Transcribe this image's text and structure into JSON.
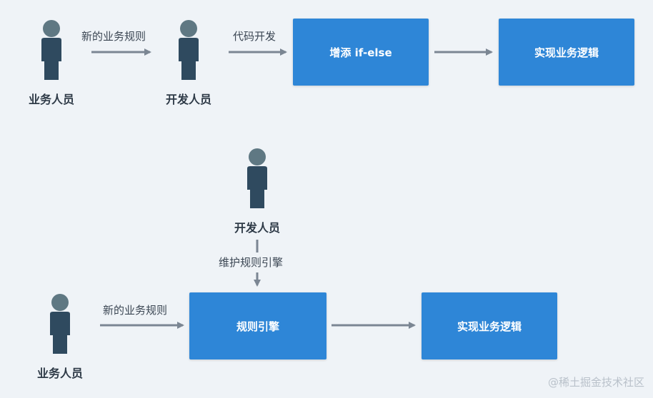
{
  "top_flow": {
    "business_person": "业务人员",
    "arrow_label_1": "新的业务规则",
    "developer_person": "开发人员",
    "arrow_label_2": "代码开发",
    "box_add_ifelse": "增添 if-else",
    "box_implement": "实现业务逻辑"
  },
  "bottom_flow": {
    "developer_person": "开发人员",
    "arrow_label_maintain": "维护规则引擎",
    "business_person": "业务人员",
    "arrow_label_rule": "新的业务规则",
    "box_rule_engine": "规则引擎",
    "box_implement": "实现业务逻辑"
  },
  "watermark": "@稀土掘金技术社区",
  "colors": {
    "background": "#eff3f7",
    "box_fill": "#2e86d7",
    "person_head": "#5f7883",
    "person_body": "#2f4a5f",
    "arrow": "#7b8693"
  }
}
